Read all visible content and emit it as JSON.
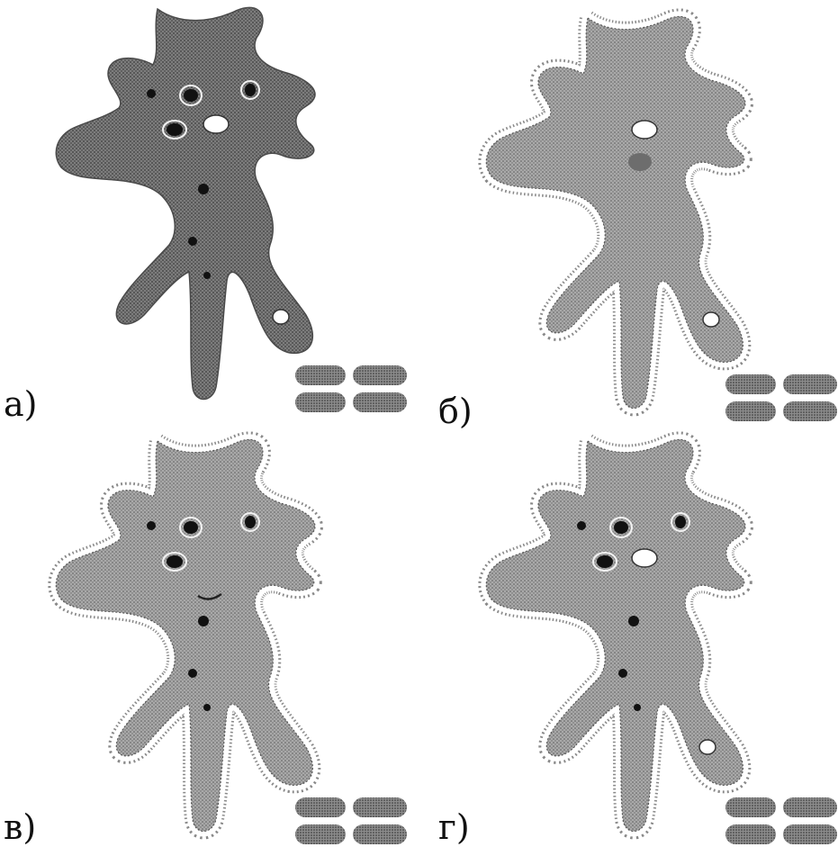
{
  "panels": [
    {
      "label": "а)",
      "variant": "solid"
    },
    {
      "label": "б)",
      "variant": "halo-plain"
    },
    {
      "label": "в)",
      "variant": "halo-vacuoles"
    },
    {
      "label": "г)",
      "variant": "halo-vacuoles"
    }
  ],
  "colors": {
    "body_dark": "#6e6e6e",
    "body_light": "#9a9a9a",
    "outline": "#3a3a3a",
    "vacuole": "#111111",
    "background": "#ffffff"
  }
}
